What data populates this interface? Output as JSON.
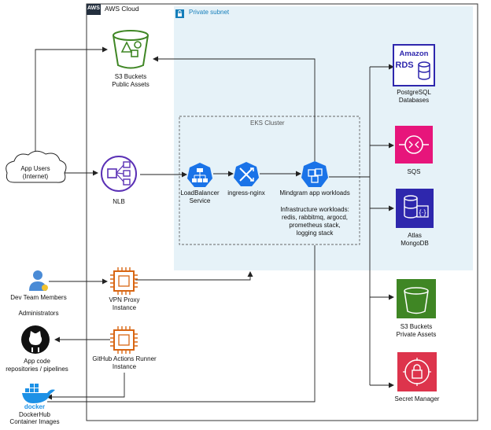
{
  "aws_cloud": {
    "badge": "AWS",
    "label": "AWS Cloud"
  },
  "private_subnet": {
    "label": "Private subnet"
  },
  "eks_cluster": {
    "label": "EKS Cluster"
  },
  "nodes": {
    "s3_public": {
      "line1": "S3 Buckets",
      "line2": "Public Assets"
    },
    "app_users": {
      "line1": "App Users",
      "line2": "(Internet)"
    },
    "nlb": {
      "label": "NLB"
    },
    "load_balancer_service": {
      "line1": "LoadBalancer",
      "line2": "Service"
    },
    "ingress_nginx": {
      "label": "ingress-nginx"
    },
    "mindgram_workloads": {
      "label": "Mindgram app workloads"
    },
    "infra_workloads": {
      "line1": "Infrastructure workloads:",
      "line2": "redis, rabbitmq, argocd,",
      "line3": "prometheus stack,",
      "line4": "logging stack"
    },
    "rds": {
      "badge_line1": "Amazon",
      "badge_line2": "RDS",
      "line1": "PostgreSQL",
      "line2": "Databases"
    },
    "sqs": {
      "label": "SQS"
    },
    "atlas": {
      "line1": "Atlas",
      "line2": "MongoDB"
    },
    "dev_team": {
      "label": "Dev Team Members"
    },
    "administrators": {
      "label": "Administrators"
    },
    "vpn_proxy": {
      "line1": "VPN Proxy",
      "line2": "Instance"
    },
    "github_repos": {
      "line1": "App code",
      "line2": "repositories / pipelines"
    },
    "gha_runner": {
      "line1": "GitHub Actions Runner",
      "line2": "Instance"
    },
    "s3_private": {
      "line1": "S3 Buckets",
      "line2": "Private Assets"
    },
    "secret_manager": {
      "label": "Secret Manager"
    },
    "dockerhub": {
      "badge": "docker",
      "line1": "DockerHub",
      "line2": "Container Images"
    }
  },
  "colors": {
    "s3_green": "#3F8624",
    "networking_purple": "#5A30B5",
    "k8s_blue": "#1A73E8",
    "database_blue": "#2E27AD",
    "integration_pink": "#E7157B",
    "security_red": "#DD344C",
    "compute_orange": "#D86613",
    "subnet_fill": "#E6F2F8"
  }
}
